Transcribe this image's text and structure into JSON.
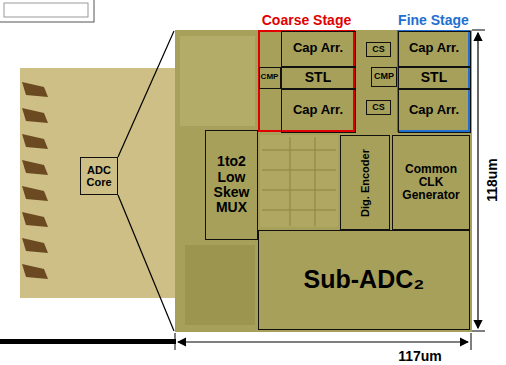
{
  "diagram": {
    "nodes": [
      {
        "text": [
          "Coarse Stage"
        ]
      },
      {
        "text": [
          "Cap Arr."
        ],
        "in": 0
      },
      {
        "text": [
          "CMP"
        ],
        "in": 0
      },
      {
        "text": [
          "STL"
        ],
        "in": 0
      },
      {
        "text": [
          "Cap Arr."
        ],
        "in": 0
      },
      {
        "text": [
          "Fine Stage"
        ]
      },
      {
        "text": [
          "Cap Arr."
        ],
        "in": 5
      },
      {
        "text": [
          "CS"
        ]
      },
      {
        "text": [
          "CMP"
        ]
      },
      {
        "text": [
          "STL"
        ],
        "in": 5
      },
      {
        "text": [
          "CS"
        ]
      },
      {
        "text": [
          "Cap Arr."
        ],
        "in": 5
      },
      {
        "text": [
          "ADC Core"
        ]
      },
      {
        "text": [
          "1to2 Low Skew MUX"
        ]
      },
      {
        "text": [
          "Dig. Encoder"
        ]
      },
      {
        "text": [
          "Common CLK Generator"
        ]
      },
      {
        "text": [
          "Sub-ADC₂"
        ]
      }
    ],
    "edges": [],
    "labels": [
      "118um",
      "117um"
    ]
  }
}
